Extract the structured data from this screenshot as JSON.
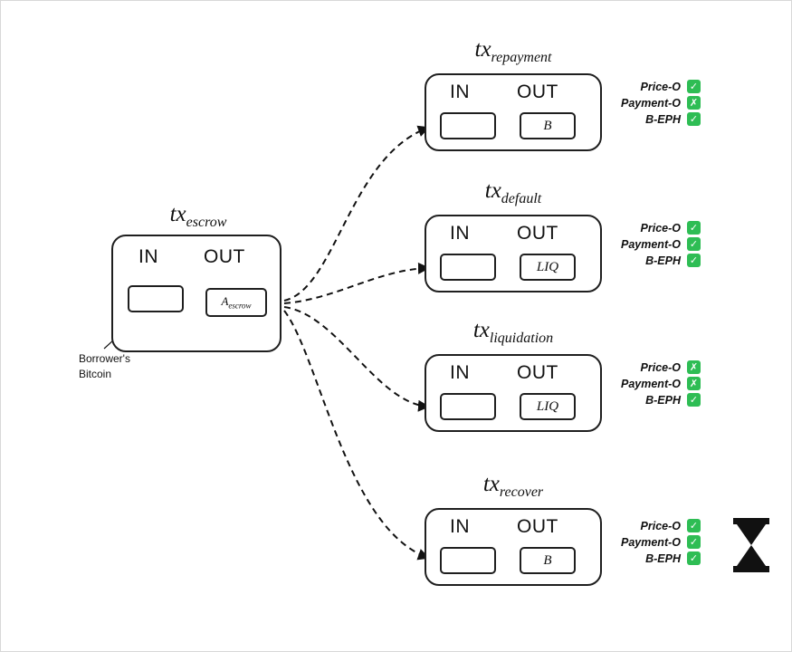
{
  "escrow": {
    "title": {
      "prefix": "tx",
      "subscript": "escrow"
    },
    "in_label": "IN",
    "out_label": "OUT",
    "out_value": {
      "prefix": "A",
      "subscript": "escrow"
    },
    "annotation": "Borrower's\nBitcoin"
  },
  "transactions": [
    {
      "title": {
        "prefix": "tx",
        "subscript": "repayment"
      },
      "in_label": "IN",
      "out_label": "OUT",
      "out_value": "B",
      "conditions": [
        {
          "label": "Price-O",
          "icon": "check-icon"
        },
        {
          "label": "Payment-O",
          "icon": "cross-icon"
        },
        {
          "label": "B-EPH",
          "icon": "check-icon"
        }
      ],
      "timelock_icon": ""
    },
    {
      "title": {
        "prefix": "tx",
        "subscript": "default"
      },
      "in_label": "IN",
      "out_label": "OUT",
      "out_value": "LIQ",
      "conditions": [
        {
          "label": "Price-O",
          "icon": "check-icon"
        },
        {
          "label": "Payment-O",
          "icon": "check-icon"
        },
        {
          "label": "B-EPH",
          "icon": "check-icon"
        }
      ],
      "timelock_icon": ""
    },
    {
      "title": {
        "prefix": "tx",
        "subscript": "liquidation"
      },
      "in_label": "IN",
      "out_label": "OUT",
      "out_value": "LIQ",
      "conditions": [
        {
          "label": "Price-O",
          "icon": "cross-icon"
        },
        {
          "label": "Payment-O",
          "icon": "cross-icon"
        },
        {
          "label": "B-EPH",
          "icon": "check-icon"
        }
      ],
      "timelock_icon": ""
    },
    {
      "title": {
        "prefix": "tx",
        "subscript": "recover"
      },
      "in_label": "IN",
      "out_label": "OUT",
      "out_value": "B",
      "conditions": [
        {
          "label": "Price-O",
          "icon": "check-icon"
        },
        {
          "label": "Payment-O",
          "icon": "check-icon"
        },
        {
          "label": "B-EPH",
          "icon": "check-icon"
        }
      ],
      "timelock_icon": "hourglass-icon"
    }
  ],
  "colors": {
    "status_green": "#2ebd54",
    "line": "#111111"
  }
}
